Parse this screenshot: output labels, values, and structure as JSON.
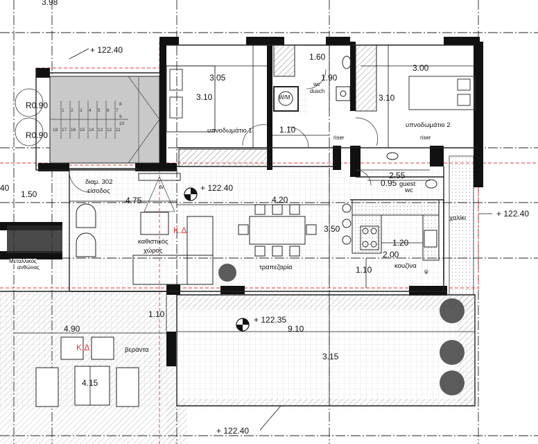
{
  "levels": {
    "top_left": "+ 122.40",
    "living": "+ 122.40",
    "right": "+ 122.40",
    "veranda": "+ 122.35",
    "bottom": "+ 122.40"
  },
  "dimensions": {
    "top_cut": "3.98",
    "bed1_w": "3.05",
    "bed1_h": "3.10",
    "wc_w": "1.60",
    "wc_h": "1.90",
    "bed2_w": "3.00",
    "bed2_h": "3.10",
    "stair_r1": "R0.90",
    "stair_r2": "R0.90",
    "passage": "1.10",
    "left_stub": "40",
    "left_gap": "1.50",
    "entry_w": "4.75",
    "dining_w": "4.20",
    "living_h": "3.50",
    "guest_w": "2.55",
    "guest_h": "0.95",
    "kitchen_w": "1.20",
    "kitchen_len": "2.00",
    "kitchen_h": "1.10",
    "veranda_gap": "1.10",
    "bbq_w": "4.90",
    "veranda_w": "9.10",
    "bbq_h": "4.15",
    "veranda_h": "3.15"
  },
  "rooms": {
    "bedroom1": "υπνοδωμάτιο 1",
    "bedroom2": "υπνοδωμάτιο 2",
    "wc": "wc",
    "shower": "dusch",
    "wm": "W/M",
    "riser1": "riser",
    "riser2": "riser",
    "entrance_code": "διαμ. 302",
    "entrance": "είσοδος",
    "tv": "tv",
    "living1": "καθιστικός",
    "living2": "χώρος",
    "dining": "τραπεζαρία",
    "guest1": "guest",
    "guest2": "wc",
    "kitchen": "κουζίνα",
    "gravel": "χαλίκι",
    "metal1": "Μεταλλικός",
    "metal2": "ανθώνας",
    "veranda": "βεράντα",
    "psi": "ψ"
  },
  "markers": {
    "kd1": "Κ.Δ",
    "kd2": "Κ.Δ"
  },
  "stair_steps_top": [
    "1",
    "2",
    "3",
    "4",
    "5",
    "6",
    "7",
    "8",
    "9"
  ],
  "stair_steps_bottom": [
    "18",
    "17",
    "16",
    "15",
    "14",
    "13",
    "12",
    "11",
    "10"
  ]
}
